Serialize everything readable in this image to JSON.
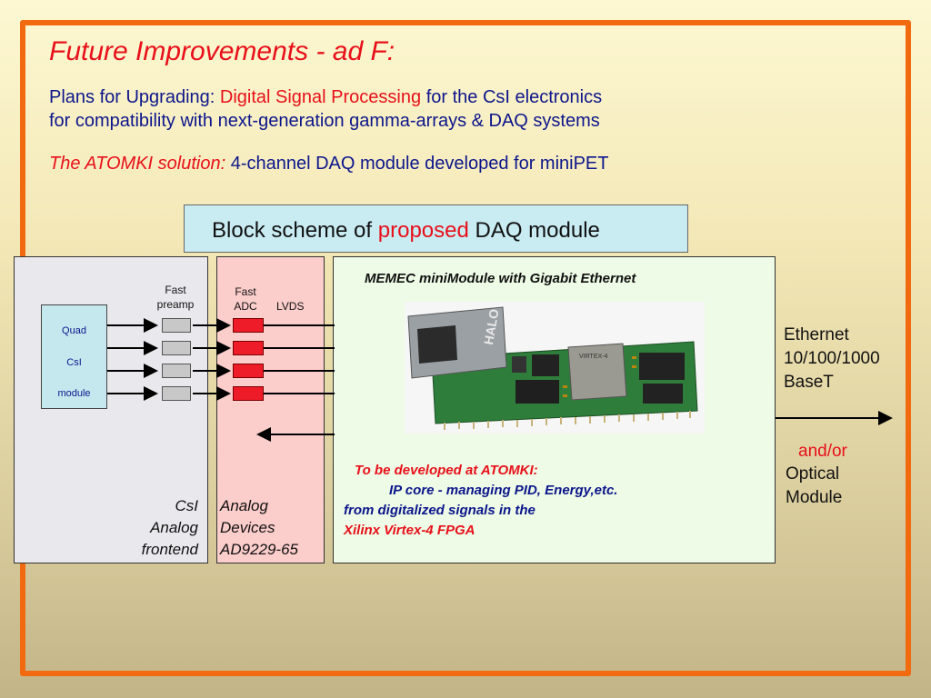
{
  "title": "Future Improvements - ad F:",
  "plans": {
    "prefix": "Plans for Upgrading:",
    "highlight": "Digital Signal Processing",
    "suffix": "for the CsI electronics",
    "line2": "for compatibility with next-generation gamma-arrays & DAQ systems"
  },
  "solution": {
    "label": "The ATOMKI solution:",
    "text": "4-channel DAQ module developed for miniPET"
  },
  "scheme": {
    "prefix": "Block scheme of",
    "highlight": "proposed",
    "suffix": "DAQ module"
  },
  "quad_module": {
    "line1": "Quad",
    "line2": "CsI",
    "line3": "module"
  },
  "labels": {
    "fast_preamp_1": "Fast",
    "fast_preamp_2": "preamp",
    "fast_adc_1": "Fast",
    "fast_adc_2": "ADC",
    "lvds": "LVDS"
  },
  "frontend": {
    "line1": "CsI",
    "line2": "Analog",
    "line3": "frontend"
  },
  "analog_devices": {
    "line1": "Analog",
    "line2": "Devices",
    "line3": "AD9229-65"
  },
  "memec_title": "MEMEC miniModule with Gigabit Ethernet",
  "board_text": {
    "halo": "HALO",
    "virtex": "VIRTEX-4"
  },
  "to_develop": {
    "line1": "To be developed at ATOMKI:",
    "line2": "IP core - managing PID, Energy,etc.",
    "line3": "from digitalized signals in the",
    "line4": "Xilinx Virtex-4 FPGA"
  },
  "ethernet": {
    "line1": "Ethernet",
    "line2": "10/100/1000",
    "line3": "BaseT"
  },
  "andor": "and/or",
  "optical": {
    "line1": "Optical",
    "line2": "Module"
  },
  "colors": {
    "frame": "#f26a10",
    "title_red": "#e8101a",
    "navy": "#0c168c",
    "scheme_bg": "#c9ecf3",
    "adc_red": "#ee1c28",
    "pcb_green": "#2f7d3a"
  }
}
